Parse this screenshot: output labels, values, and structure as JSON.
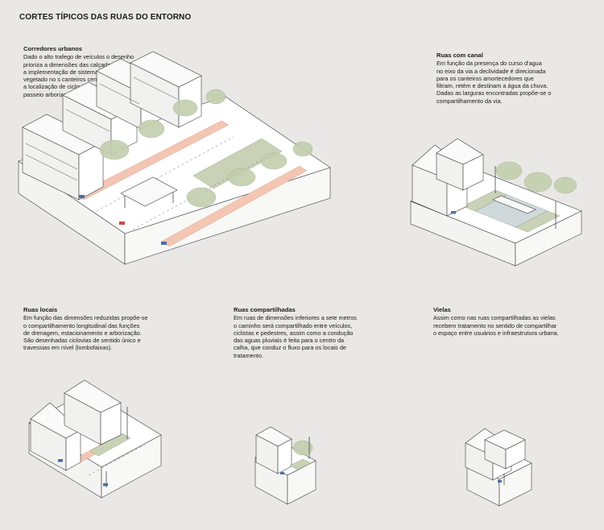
{
  "title": "CORTES TÍPICOS DAS RUAS DO ENTORNO",
  "sections": {
    "corredores": {
      "heading": "Corredores urbanos",
      "lines": [
        "Dado o alto trafego de veículos o desenho",
        "prioriza a dimensões das calçadas e prevê",
        "a implementação de sistema de drenagem",
        "vegetado no s canteiros centrais, bem como",
        "a localização de ciclovias separadas junto ao",
        "passeio arborizado."
      ]
    },
    "canal": {
      "heading": "Ruas com canal",
      "lines": [
        "Em função da presença do curso d'agua",
        "no eixo da via a declividade é direcionada",
        "para os canteiros amortecedores que",
        "filtram, retém e destinam a água da chuva.",
        "Dadas as larguras encontradas propõe-se o",
        "compartilhamento da via."
      ]
    },
    "locais": {
      "heading": "Ruas locais",
      "lines": [
        "Em função das dimensões reduzidas propõe-se",
        "o compartilhamento longitudinal das funções",
        "de drenagem, estacionamento e arborização.",
        "São desenhadas ciclovias de sentido único e",
        "travessias em nível (lombofaixas)."
      ]
    },
    "compartilhadas": {
      "heading": "Ruas compartilhadas",
      "lines": [
        "Em ruas de dimensões inferiores a sete metros",
        "o caminho será compartilhado entre veículos,",
        "ciclistas e pedestres, assim como a condução",
        "das aguas pluviais é feita para o centro da",
        "calha, que conduz o fluxo para os locais de",
        "tratamento."
      ]
    },
    "vielas": {
      "heading": "Vielas",
      "lines": [
        "Assim como nas ruas compartilhadas as vielas",
        "recebem tratamento no sentido de compartilhar",
        "o espaço entre usuários e infraestrutura urbana."
      ]
    }
  },
  "colors": {
    "background": "#e9e8e6",
    "bike_lane": "#f3c6b4",
    "vegetation": "#c3ceae",
    "water": "#cfd9dc",
    "outline": "#3c3c3c"
  }
}
